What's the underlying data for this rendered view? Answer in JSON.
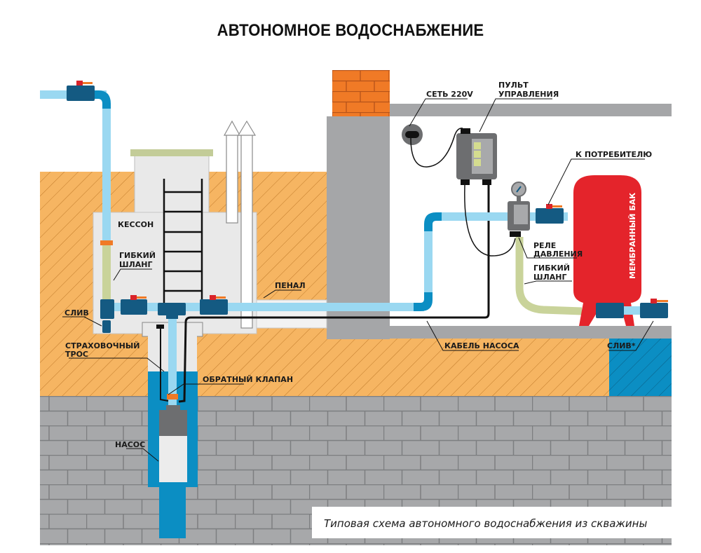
{
  "title": "АВТОНОМНОЕ ВОДОСНАБЖЕНИЕ",
  "caption": "Типовая схема автономного водоснабжения из скважины",
  "labels": {
    "kesson": "КЕССОН",
    "flex_hose_left_1": "ГИБКИЙ",
    "flex_hose_left_2": "ШЛАНГ",
    "drain_left": "СЛИВ",
    "safety_rope_1": "СТРАХОВОЧНЫЙ",
    "safety_rope_2": "ТРОС",
    "check_valve": "ОБРАТНЫЙ КЛАПАН",
    "pump": "НАСОС",
    "casing": "ПЕНАЛ",
    "mains": "СЕТЬ 220V",
    "control_panel_1": "ПУЛЬТ",
    "control_panel_2": "УПРАВЛЕНИЯ",
    "to_consumer": "К ПОТРЕБИТЕЛЮ",
    "pressure_switch_1": "РЕЛЕ",
    "pressure_switch_2": "ДАВЛЕНИЯ",
    "flex_hose_right_1": "ГИБКИЙ",
    "flex_hose_right_2": "ШЛАНГ",
    "membrane_tank": "МЕМБРАННЫЙ БАК",
    "pump_cable": "КАБЕЛЬ НАСОСА",
    "drain_right": "СЛИВ*"
  },
  "colors": {
    "soil": "#f6b562",
    "bedrock": "#a7a8aa",
    "water": "#0b8ec3",
    "pipe": "#9ad8f1",
    "fitting": "#145a82",
    "tank": "#e4242b",
    "brick": "#f07a26",
    "wall": "#a5a6a8",
    "hose": "#c9d39a"
  }
}
